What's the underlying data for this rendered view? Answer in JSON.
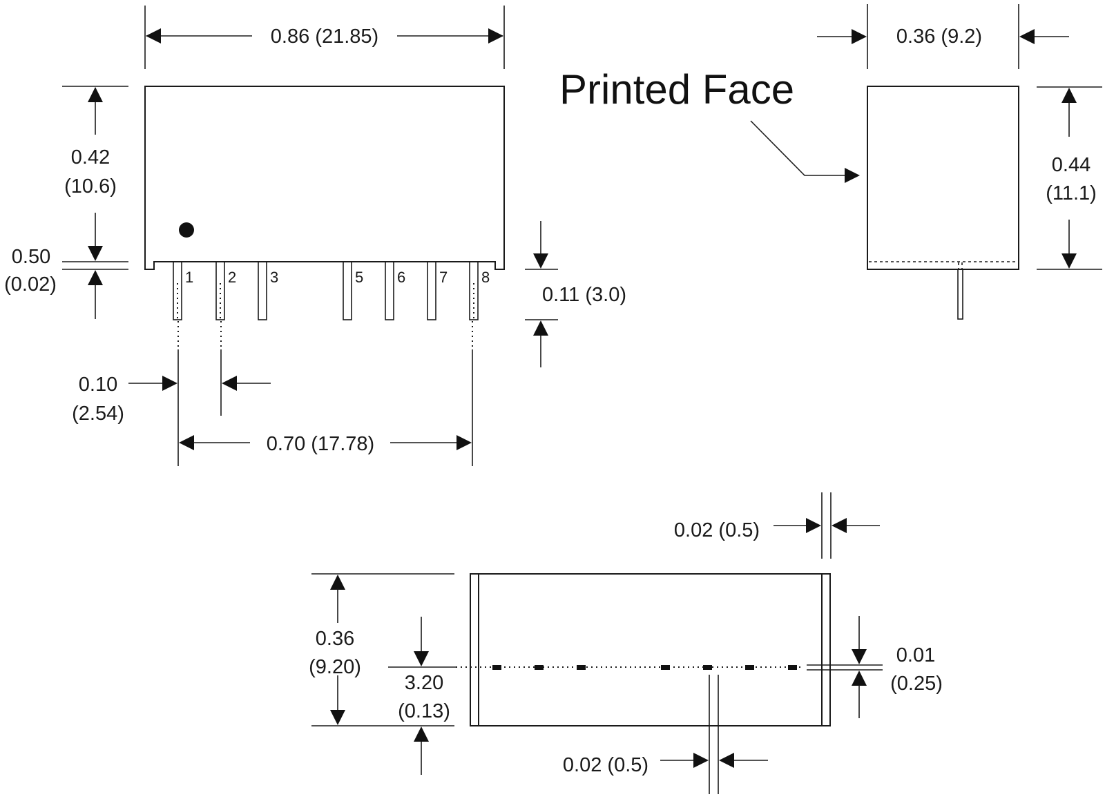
{
  "diagram": {
    "type": "mechanical-dimension-drawing",
    "units_note": "inches (millimeters)",
    "front_view": {
      "width_label": "0.86 (21.85)",
      "height_label_line1": "0.42",
      "height_label_line2": "(10.6)",
      "standoff_label_line1": "0.50",
      "standoff_label_line2": "(0.02)",
      "pin_length_label": "0.11 (3.0)",
      "pin_pitch_label_line1": "0.10",
      "pin_pitch_label_line2": "(2.54)",
      "pin_span_label": "0.70 (17.78)",
      "pins": [
        {
          "label": "1"
        },
        {
          "label": "2"
        },
        {
          "label": "3"
        },
        {
          "label": "5"
        },
        {
          "label": "6"
        },
        {
          "label": "7"
        },
        {
          "label": "8"
        }
      ],
      "pin1_marker": "pin-1-dot"
    },
    "side_view": {
      "callout": "Printed Face",
      "width_label": "0.36 (9.2)",
      "height_label_line1": "0.44",
      "height_label_line2": "(11.1)"
    },
    "bottom_view": {
      "depth_label_line1": "0.36",
      "depth_label_line2": "(9.20)",
      "pin_row_offset_line1": "3.20",
      "pin_row_offset_line2": "(0.13)",
      "edge_thickness_label": "0.02 (0.5)",
      "pin_thickness_label_line1": "0.01",
      "pin_thickness_label_line2": "(0.25)",
      "pin_width_label": "0.02 (0.5)",
      "pad_count": 7
    }
  }
}
